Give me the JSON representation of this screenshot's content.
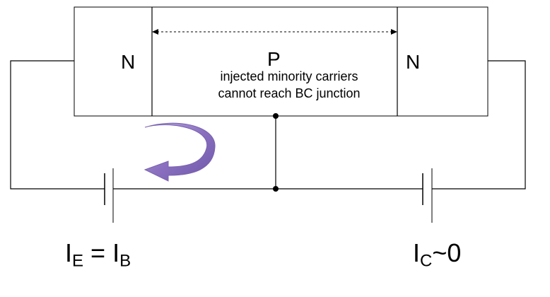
{
  "regions": {
    "emitter": "N",
    "base": "P",
    "collector": "N"
  },
  "annotation": {
    "line1": "injected minority carriers",
    "line2": "cannot reach BC junction"
  },
  "currents": {
    "left": {
      "base_symbol": "I",
      "sub1": "E",
      "equals": " = ",
      "base_symbol2": "I",
      "sub2": "B"
    },
    "right": {
      "base_symbol": "I",
      "sub": "C",
      "value": "~0"
    }
  },
  "colors": {
    "arrow": "#8a70bf",
    "outline": "#000000"
  },
  "icons": [
    "curved-arrow-icon",
    "battery-icon"
  ]
}
